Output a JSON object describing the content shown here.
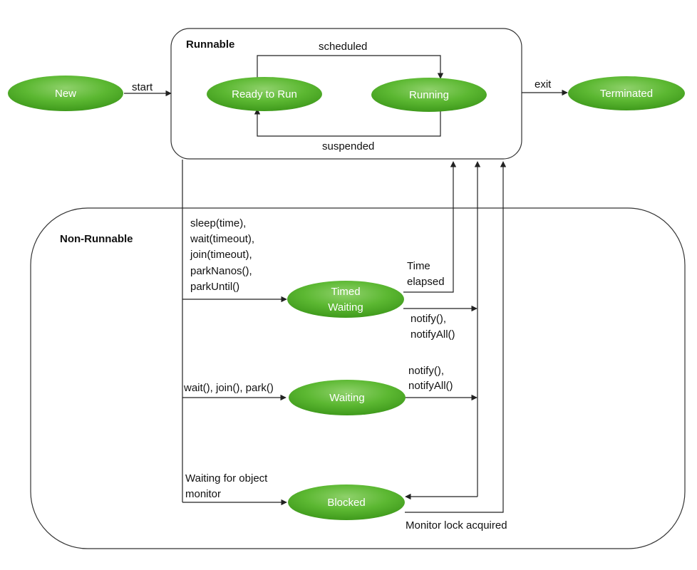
{
  "groups": {
    "runnable": "Runnable",
    "non_runnable": "Non-Runnable"
  },
  "states": {
    "new": "New",
    "ready": "Ready to Run",
    "running": "Running",
    "terminated": "Terminated",
    "timed_waiting": [
      "Timed",
      "Waiting"
    ],
    "waiting": "Waiting",
    "blocked": "Blocked"
  },
  "transitions": {
    "start": "start",
    "scheduled": "scheduled",
    "suspended": "suspended",
    "exit": "exit",
    "timed_calls": [
      "sleep(time),",
      "wait(timeout),",
      "join(timeout),",
      "parkNanos(),",
      "parkUntil()"
    ],
    "time_elapsed": [
      "Time",
      "elapsed"
    ],
    "notify_timed": [
      "notify(),",
      "notifyAll()"
    ],
    "wait_calls": "wait(), join(), park()",
    "notify_waiting": [
      "notify(),",
      "notifyAll()"
    ],
    "monitor_wait": [
      "Waiting for object",
      "monitor"
    ],
    "monitor_acquired": "Monitor lock acquired"
  },
  "colors": {
    "state_fill_light": "#8fd16b",
    "state_fill": "#5cb832",
    "state_fill_dark": "#3f9a1c",
    "state_text": "#ffffff",
    "line": "#222222"
  }
}
